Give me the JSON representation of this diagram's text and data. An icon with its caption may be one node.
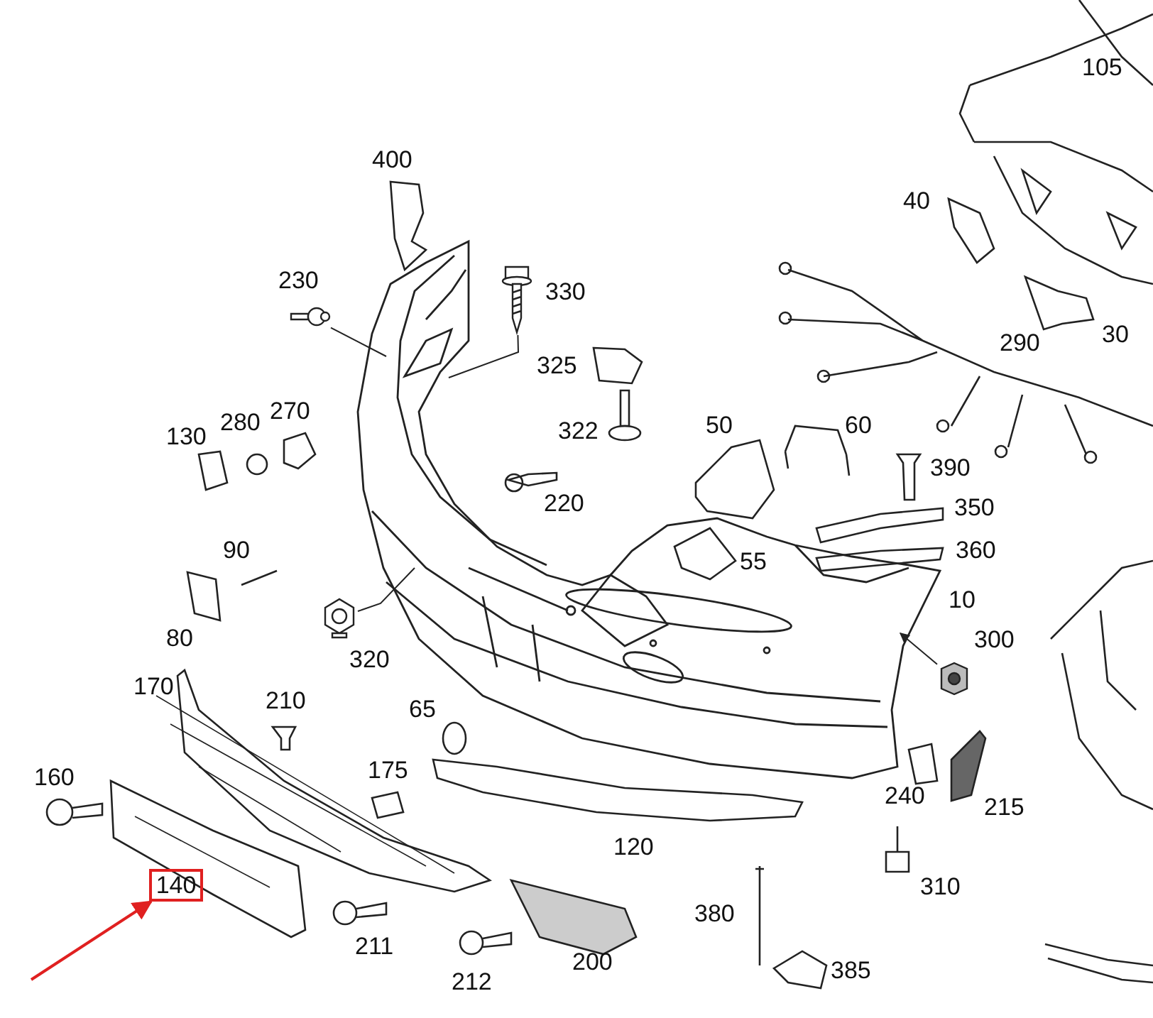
{
  "diagram": {
    "nodes": [
      {
        "text": [
          "140"
        ]
      },
      {
        "text": [],
        "shape": "picture"
      },
      {
        "text": [],
        "shape": "picture"
      },
      {
        "text": [],
        "shape": "picture"
      },
      {
        "text": [],
        "shape": "picture"
      },
      {
        "text": [],
        "shape": "picture"
      }
    ],
    "edges": [
      {
        "from": null,
        "to": 0,
        "arrow": "to",
        "color": "#e02020"
      },
      {
        "from": 2,
        "to": 1,
        "arrow": "none"
      },
      {
        "from": 3,
        "to": 1,
        "arrow": "none"
      },
      {
        "from": 4,
        "to": 1,
        "arrow": "none"
      },
      {
        "from": 5,
        "to": 1,
        "arrow": "to"
      }
    ],
    "labels": [
      "105",
      "400",
      "40",
      "230",
      "330",
      "30",
      "325",
      "290",
      "130",
      "280",
      "270",
      "322",
      "50",
      "60",
      "390",
      "220",
      "350",
      "55",
      "90",
      "360",
      "10",
      "80",
      "320",
      "300",
      "170",
      "210",
      "65",
      "175",
      "160",
      "240",
      "215",
      "120",
      "310",
      "380",
      "211",
      "200",
      "212",
      "385"
    ]
  }
}
